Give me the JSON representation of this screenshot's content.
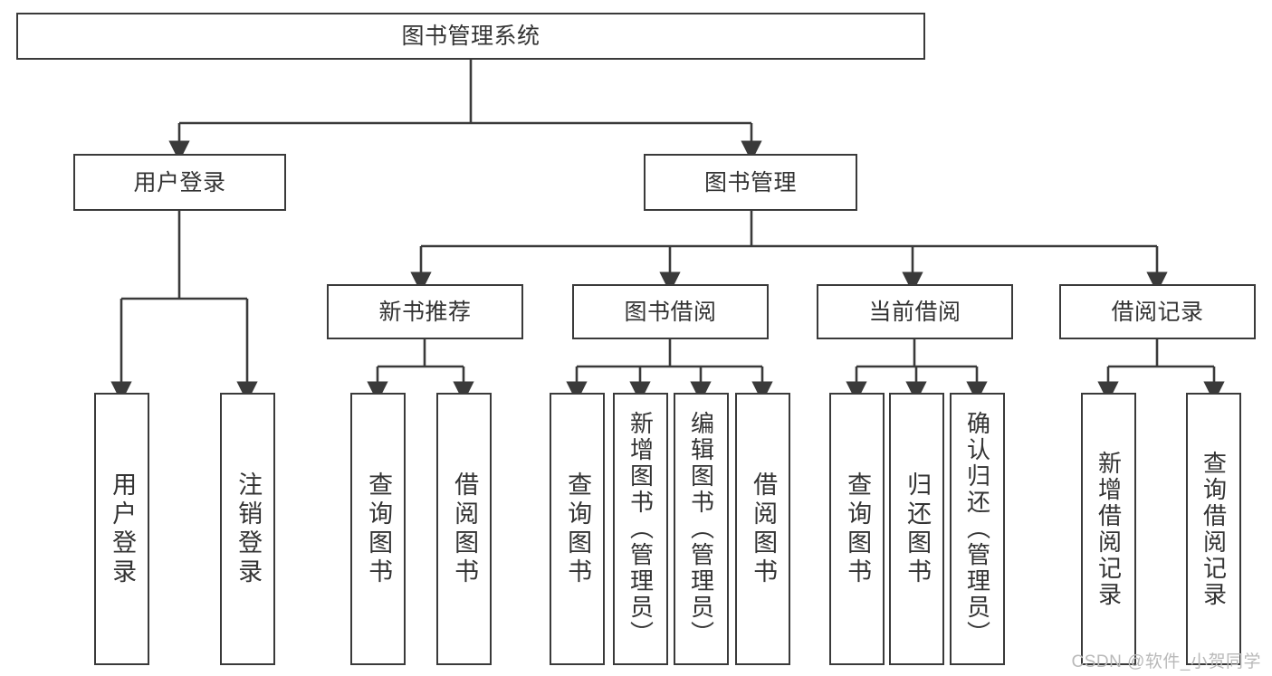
{
  "diagram": {
    "title": "图书管理系统",
    "type": "hierarchy-tree",
    "watermark": "CSDN @软件_小贺同学",
    "colors": {
      "stroke": "#3a3a3a",
      "text": "#333333",
      "background": "#ffffff",
      "watermark": "#b9b9b9"
    },
    "root": {
      "label": "图书管理系统"
    },
    "level2": [
      {
        "label": "用户登录"
      },
      {
        "label": "图书管理"
      }
    ],
    "level3": [
      {
        "label": "新书推荐"
      },
      {
        "label": "图书借阅"
      },
      {
        "label": "当前借阅"
      },
      {
        "label": "借阅记录"
      }
    ],
    "leaves": {
      "user_login": [
        {
          "label": "用户登录"
        },
        {
          "label": "注销登录"
        }
      ],
      "new_book_recommend": [
        {
          "label": "查询图书"
        },
        {
          "label": "借阅图书"
        }
      ],
      "book_borrow": [
        {
          "label": "查询图书"
        },
        {
          "label": "新增图书（管理员）"
        },
        {
          "label": "编辑图书（管理员）"
        },
        {
          "label": "借阅图书"
        }
      ],
      "current_borrow": [
        {
          "label": "查询图书"
        },
        {
          "label": "归还图书"
        },
        {
          "label": "确认归还（管理员）"
        }
      ],
      "borrow_record": [
        {
          "label": "新增借阅记录"
        },
        {
          "label": "查询借阅记录"
        }
      ]
    }
  }
}
